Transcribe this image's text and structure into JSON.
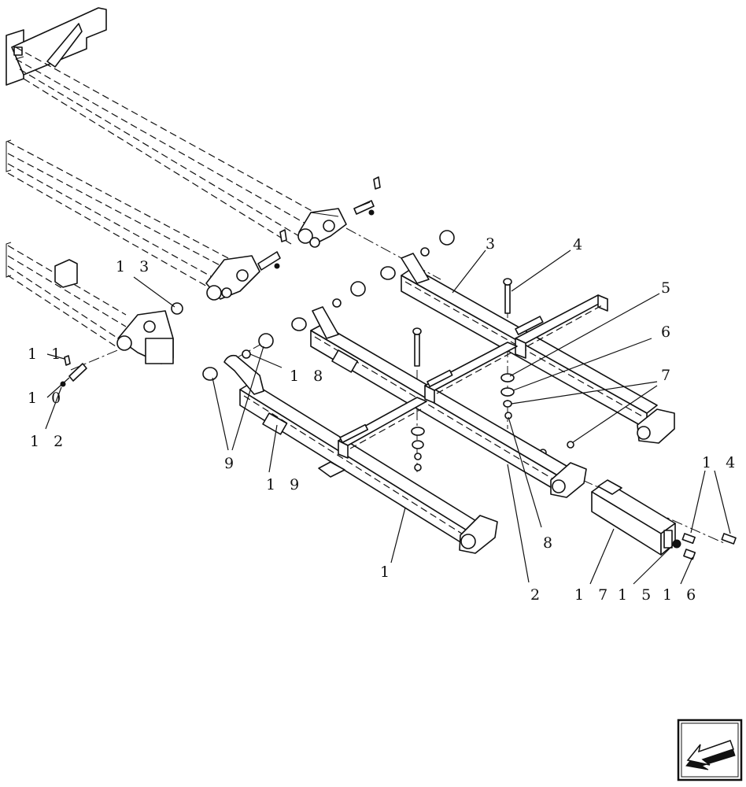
{
  "callouts": {
    "c1": "1",
    "c2": "2",
    "c3": "3",
    "c4": "4",
    "c5": "5",
    "c6": "6",
    "c7": "7",
    "c8": "8",
    "c9": "9",
    "c10": "1 0",
    "c11": "1 1",
    "c12": "1 2",
    "c13": "1 3",
    "c14": "1 4",
    "c15": "1 5",
    "c16": "1 6",
    "c17": "1 7",
    "c18": "1 8",
    "c19": "1 9"
  },
  "nav_icon": "arrow-back-icon"
}
